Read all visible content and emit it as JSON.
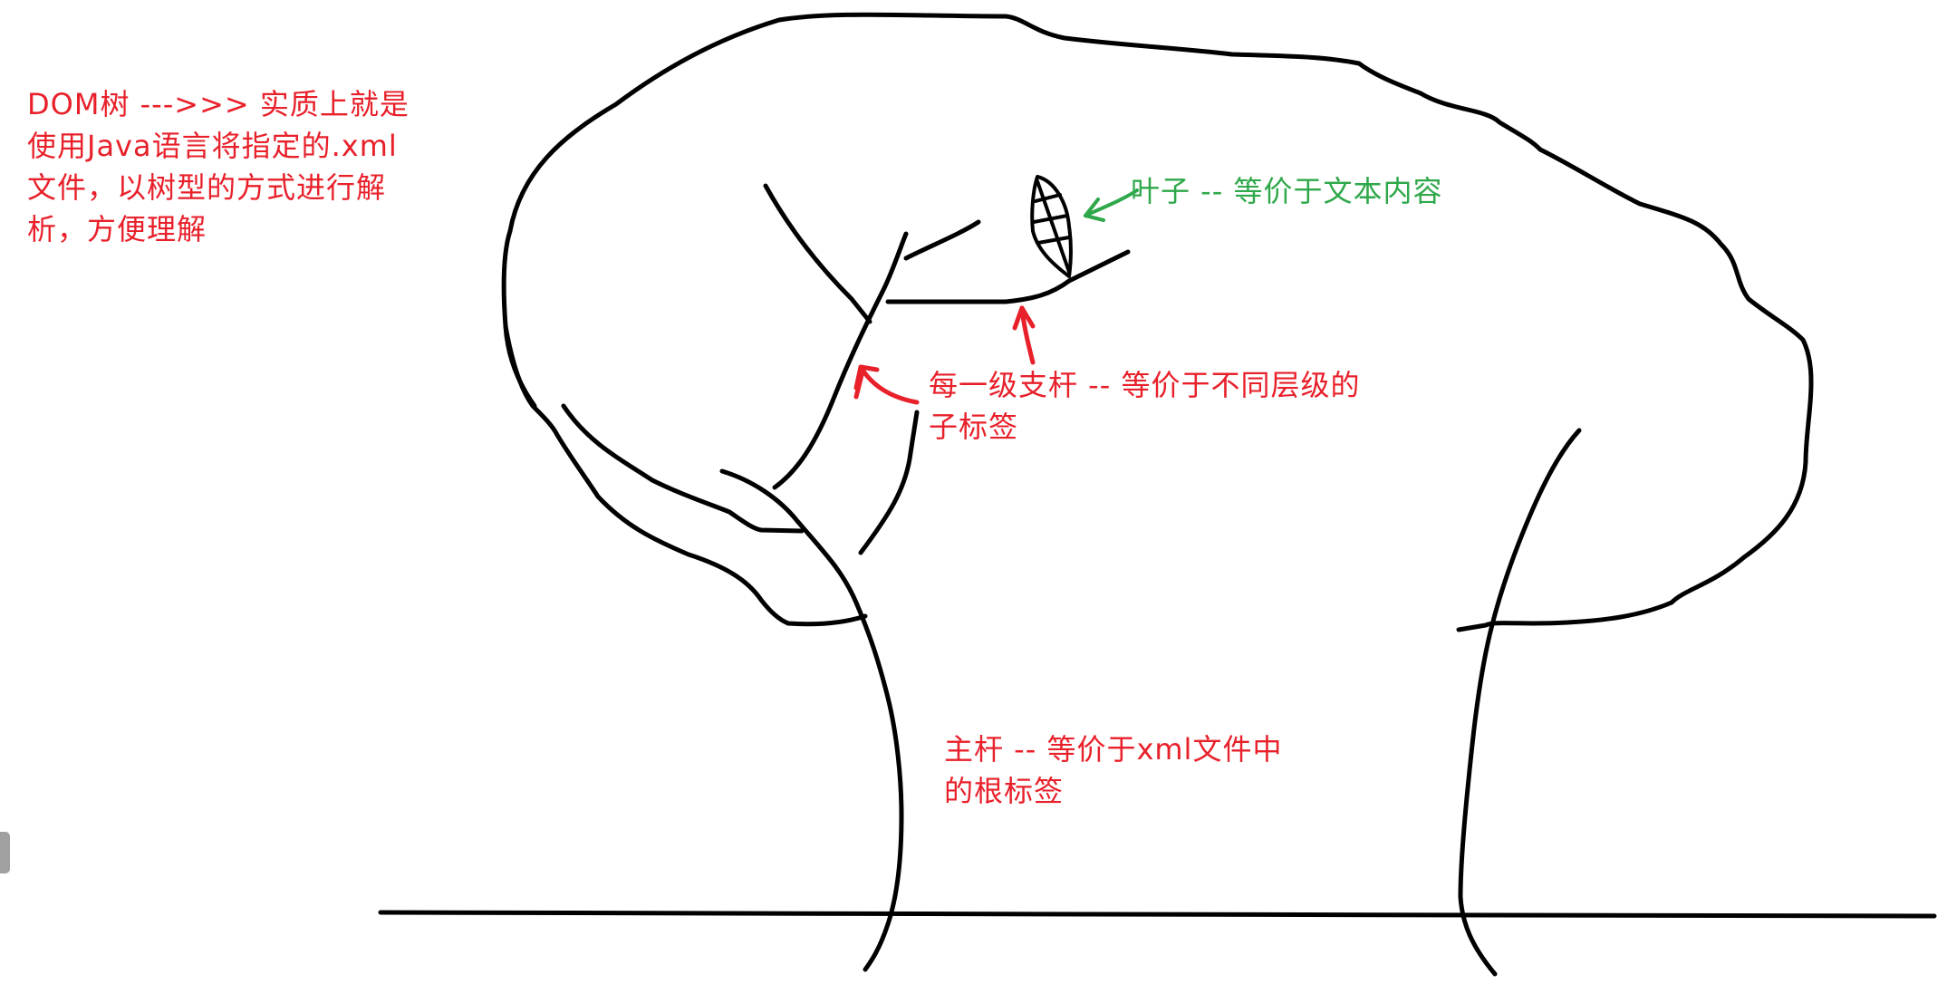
{
  "colors": {
    "ink": "#000000",
    "annotation_red": "#e8202a",
    "annotation_green": "#2ea84a",
    "background": "#ffffff",
    "side_tab": "#a0a0a0"
  },
  "annotations": {
    "dom_note": "DOM树 --->>> 实质上就是\n使用Java语言将指定的.xml\n文件，以树型的方式进行解\n析，方便理解",
    "leaf_note": "叶子 -- 等价于文本内容",
    "branch_note": "每一级支杆 -- 等价于不同层级的\n子标签",
    "trunk_note": "主杆 -- 等价于xml文件中\n的根标签"
  },
  "icons": {
    "leaf": "leaf-icon",
    "green_arrow": "green-arrow-icon",
    "red_arrow_left": "red-arrow-icon",
    "red_arrow_center": "red-arrow-icon"
  }
}
